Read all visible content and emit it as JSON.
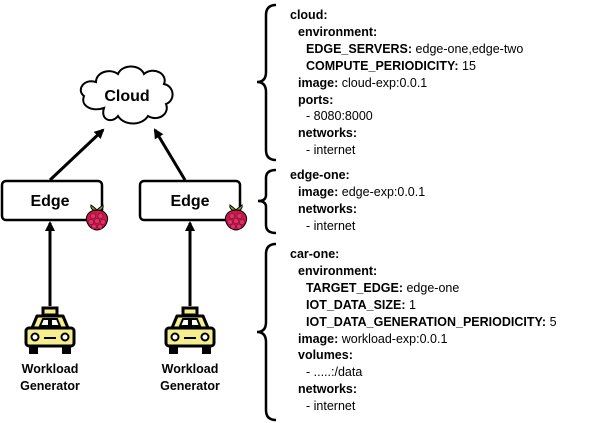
{
  "diagram": {
    "cloud_label": "Cloud",
    "edges": [
      {
        "label": "Edge",
        "badge_icon": "raspberry-pi-icon"
      },
      {
        "label": "Edge",
        "badge_icon": "raspberry-pi-icon"
      }
    ],
    "workloads": [
      {
        "line1": "Workload",
        "line2": "Generator",
        "icon": "taxi-icon"
      },
      {
        "line1": "Workload",
        "line2": "Generator",
        "icon": "taxi-icon"
      }
    ],
    "colors": {
      "line": "#000000",
      "taxi_body": "#f4ef8c",
      "raspberry_red": "#c51a4a",
      "raspberry_leaf": "#75a928"
    }
  },
  "config": {
    "cloud": {
      "name": "cloud:",
      "environment": "environment:",
      "edge_servers_key": "EDGE_SERVERS:",
      "edge_servers_val": "edge-one,edge-two",
      "compute_key": "COMPUTE_PERIODICITY:",
      "compute_val": "15",
      "image_key": "image:",
      "image_val": "cloud-exp:0.0.1",
      "ports_key": "ports:",
      "ports_item": "- 8080:8000",
      "networks_key": "networks:",
      "networks_item": "- internet"
    },
    "edge_one": {
      "name": "edge-one:",
      "image_key": "image:",
      "image_val": "edge-exp:0.0.1",
      "networks_key": "networks:",
      "networks_item": "- internet"
    },
    "car_one": {
      "name": "car-one:",
      "environment": "environment:",
      "target_key": "TARGET_EDGE:",
      "target_val": "edge-one",
      "size_key": "IOT_DATA_SIZE:",
      "size_val": "1",
      "gen_key": "IOT_DATA_GENERATION_PERIODICITY:",
      "gen_val": "5",
      "image_key": "image:",
      "image_val": "workload-exp:0.0.1",
      "volumes_key": "volumes:",
      "volumes_item": "- .....:/data",
      "networks_key": "networks:",
      "networks_item": "- internet"
    }
  }
}
